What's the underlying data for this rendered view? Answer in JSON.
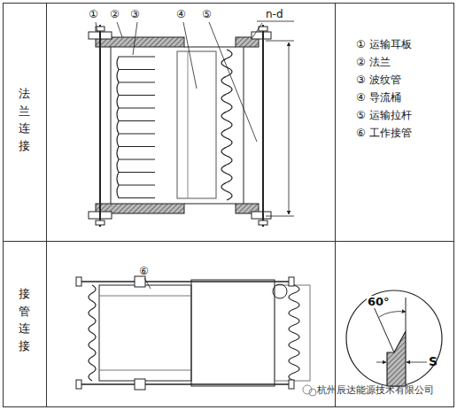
{
  "diagram": {
    "labels": [
      "①",
      "②",
      "③",
      "④",
      "⑤",
      "n-d",
      "法兰连接",
      "接管连接",
      "⑥",
      "① 运输耳板",
      "② 法兰",
      "③ 波纹管",
      "④ 导流桶",
      "⑤ 运输拉杆",
      "⑥ 工作接管",
      "60°",
      "S",
      "杭州辰达能源技术有限公司"
    ]
  }
}
